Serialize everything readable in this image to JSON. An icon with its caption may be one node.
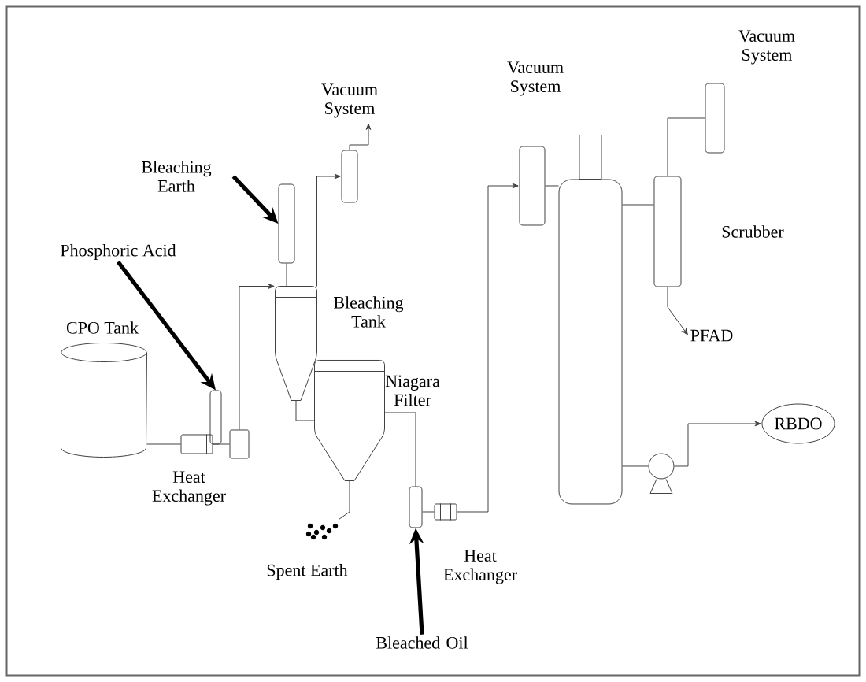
{
  "diagram": {
    "nodes": [
      {
        "text": [],
        "shape": "cylinder",
        "beside": [
          "CPO Tank"
        ]
      },
      {
        "text": [],
        "shape": "box",
        "beside": [
          "Heat Exchanger"
        ]
      },
      {
        "text": [],
        "shape": "cylinder"
      },
      {
        "text": [
          "Phosphoric Acid"
        ]
      },
      {
        "text": [],
        "shape": "box"
      },
      {
        "text": [],
        "shape": "tank",
        "beside": [
          "Bleaching Tank"
        ]
      },
      {
        "text": [],
        "shape": "cylinder"
      },
      {
        "text": [
          "Bleaching Earth"
        ]
      },
      {
        "text": [],
        "shape": "cylinder",
        "beside": [
          "Vacuum System"
        ]
      },
      {
        "text": [],
        "shape": "tank",
        "beside": [
          "Niagara Filter"
        ]
      },
      {
        "text": [],
        "shape": "dots",
        "beside": [
          "Spent Earth"
        ]
      },
      {
        "text": [],
        "shape": "cylinder"
      },
      {
        "text": [
          "Bleached Oil"
        ]
      },
      {
        "text": [],
        "shape": "box",
        "beside": [
          "Heat Exchanger"
        ]
      },
      {
        "text": [],
        "shape": "cylinder",
        "beside": [
          "Vacuum System"
        ]
      },
      {
        "text": [],
        "shape": "column"
      },
      {
        "text": [],
        "shape": "cylinder",
        "beside": [
          "Scrubber"
        ]
      },
      {
        "text": [],
        "shape": "cylinder",
        "beside": [
          "Vacuum System"
        ]
      },
      {
        "text": [
          "PFAD"
        ]
      },
      {
        "text": [],
        "shape": "circle"
      },
      {
        "text": [
          "RBDO"
        ]
      }
    ],
    "edges": [
      {
        "from": 0,
        "to": 1,
        "arrow": "none"
      },
      {
        "from": 1,
        "to": 4,
        "arrow": "none"
      },
      {
        "from": 3,
        "to": 2,
        "arrow": "to",
        "style": "thick"
      },
      {
        "from": 4,
        "to": 5,
        "arrow": "to"
      },
      {
        "from": 7,
        "to": 6,
        "arrow": "to",
        "style": "thick"
      },
      {
        "from": 6,
        "to": 5,
        "arrow": "none"
      },
      {
        "from": 5,
        "to": 8,
        "arrow": "to"
      },
      {
        "from": 8,
        "to": null,
        "arrow": "to"
      },
      {
        "from": 5,
        "to": 9,
        "arrow": "none"
      },
      {
        "from": 9,
        "to": 10,
        "arrow": "none"
      },
      {
        "from": 9,
        "to": 11,
        "arrow": "none"
      },
      {
        "from": 12,
        "to": 11,
        "arrow": "to",
        "style": "thick"
      },
      {
        "from": 11,
        "to": 13,
        "arrow": "none"
      },
      {
        "from": 13,
        "to": 14,
        "arrow": "to"
      },
      {
        "from": 14,
        "to": 15,
        "arrow": "none"
      },
      {
        "from": 15,
        "to": 16,
        "arrow": "none"
      },
      {
        "from": 16,
        "to": 17,
        "arrow": "none"
      },
      {
        "from": 16,
        "to": 18,
        "arrow": "to"
      },
      {
        "from": 15,
        "to": 19,
        "arrow": "none"
      },
      {
        "from": 19,
        "to": 20,
        "arrow": "to"
      }
    ]
  }
}
